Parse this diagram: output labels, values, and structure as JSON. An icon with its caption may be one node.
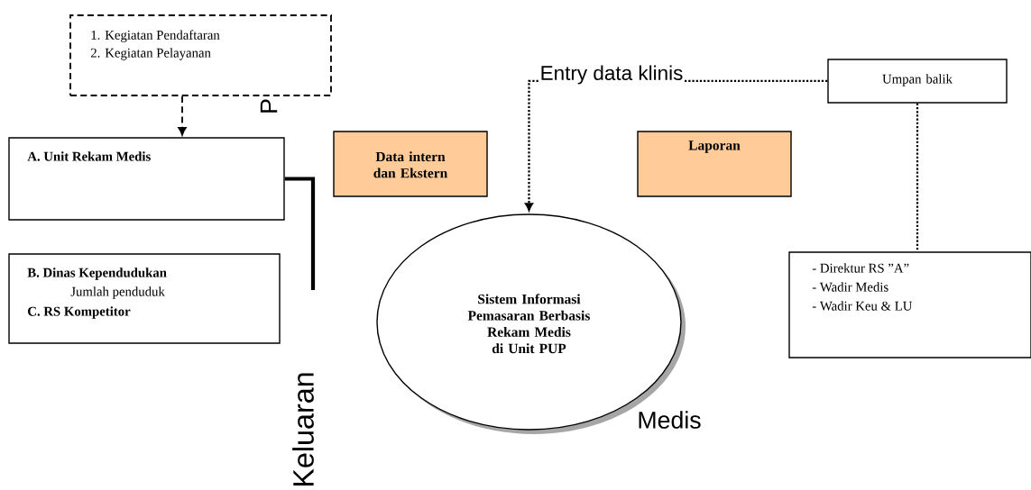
{
  "diagram": {
    "nodes": [
      {
        "text": [
          "1. Kegiatan Pendaftaran",
          "2. Kegiatan Pelayanan"
        ]
      },
      {
        "text": [
          "A. Unit Rekam Medis"
        ]
      },
      {
        "text": [
          "B. Dinas Kependudukan",
          "Jumlah penduduk",
          "C. RS Kompetitor"
        ]
      },
      {
        "text": [
          "Data intern dan Ekstern"
        ]
      },
      {
        "text": [
          "Laporan"
        ]
      },
      {
        "text": [
          "Sistem Informasi Pemasaran Berbasis Rekam Medis di Unit PUP"
        ]
      },
      {
        "text": [
          "Umpan balik"
        ]
      },
      {
        "text": [
          "- Direktur RS ”A”",
          "- Wadir Medis",
          "- Wadir Keu & LU"
        ]
      }
    ],
    "edges": [
      {
        "from": 0,
        "to": 1,
        "arrow": "to",
        "style": "dashed"
      },
      {
        "from": 1,
        "to": null,
        "arrow": "none",
        "style": "thick"
      },
      {
        "from": 6,
        "to": 5,
        "arrow": "to",
        "style": "dashed",
        "label": "Entry data klinis"
      },
      {
        "from": 6,
        "to": 7,
        "arrow": "none",
        "style": "dashed"
      }
    ],
    "labels": [
      "P",
      "Keluaran",
      "Medis"
    ]
  }
}
